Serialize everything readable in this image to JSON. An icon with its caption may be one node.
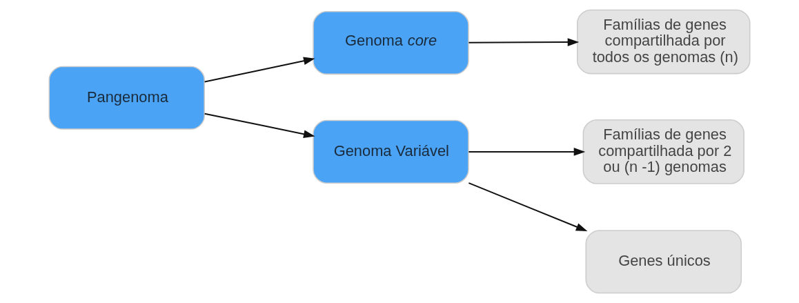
{
  "diagram": {
    "nodes": [
      {
        "text": [
          "Pangenoma"
        ]
      },
      {
        "text": [
          "Genoma *core*"
        ]
      },
      {
        "text": [
          "Genoma Variável"
        ]
      },
      {
        "text": [
          "Famílias de genes compartilhada por todos os genomas (n)"
        ]
      },
      {
        "text": [
          "Famílias de genes compartilhada por 2 ou (n -1) genomas"
        ]
      },
      {
        "text": [
          "Genes únicos"
        ]
      }
    ],
    "edges": [
      {
        "from": 0,
        "to": 1,
        "arrow": "to"
      },
      {
        "from": 0,
        "to": 2,
        "arrow": "to"
      },
      {
        "from": 1,
        "to": 3,
        "arrow": "to"
      },
      {
        "from": 2,
        "to": 4,
        "arrow": "to"
      },
      {
        "from": 2,
        "to": 5,
        "arrow": "to"
      }
    ]
  }
}
